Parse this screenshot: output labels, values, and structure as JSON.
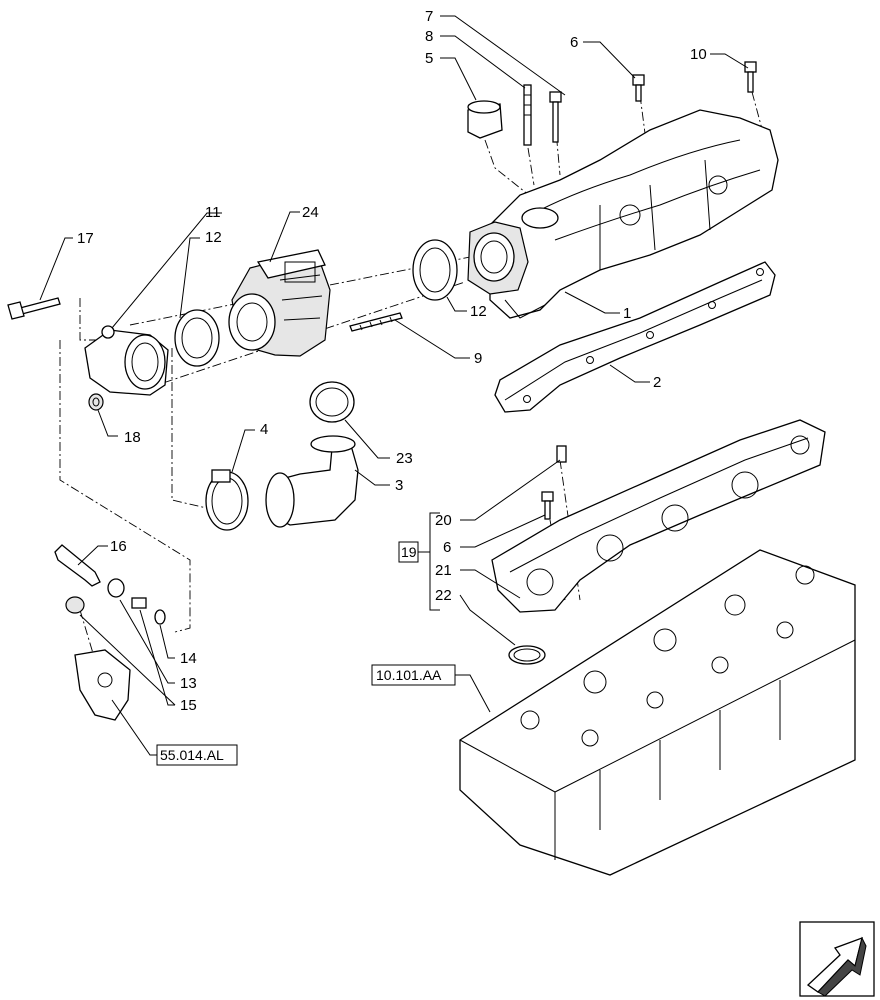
{
  "callouts": {
    "c1": "1",
    "c2": "2",
    "c3": "3",
    "c4": "4",
    "c5": "5",
    "c6a": "6",
    "c6b": "6",
    "c7": "7",
    "c8": "8",
    "c9": "9",
    "c10": "10",
    "c11": "11",
    "c12a": "12",
    "c12b": "12",
    "c13": "13",
    "c14": "14",
    "c15": "15",
    "c16": "16",
    "c17": "17",
    "c18": "18",
    "c20": "20",
    "c21": "21",
    "c22": "22",
    "c23": "23",
    "c24": "24"
  },
  "references": {
    "group": "19",
    "cylinder_head": "10.101.AA",
    "injection_link": "55.014.AL"
  },
  "nav_icon": "next-page-arrow-icon"
}
